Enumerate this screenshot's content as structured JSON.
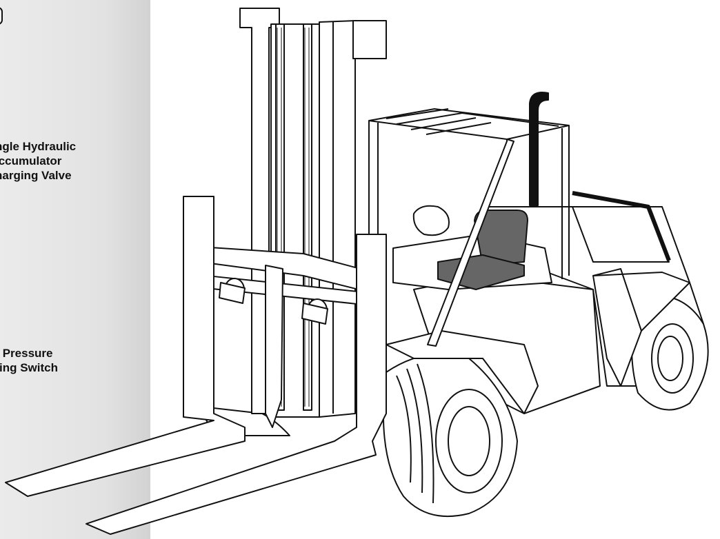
{
  "labels": {
    "accumulator": "ngle Hydraulic\n ccumulator\nharging Valve",
    "switch": " Pressure\ning Switch"
  },
  "icons": {
    "corner": "page-tab-icon",
    "art": "forklift-illustration"
  },
  "colors": {
    "sidebar": "#e6e6e6",
    "ink": "#111111",
    "paper": "#ffffff"
  }
}
